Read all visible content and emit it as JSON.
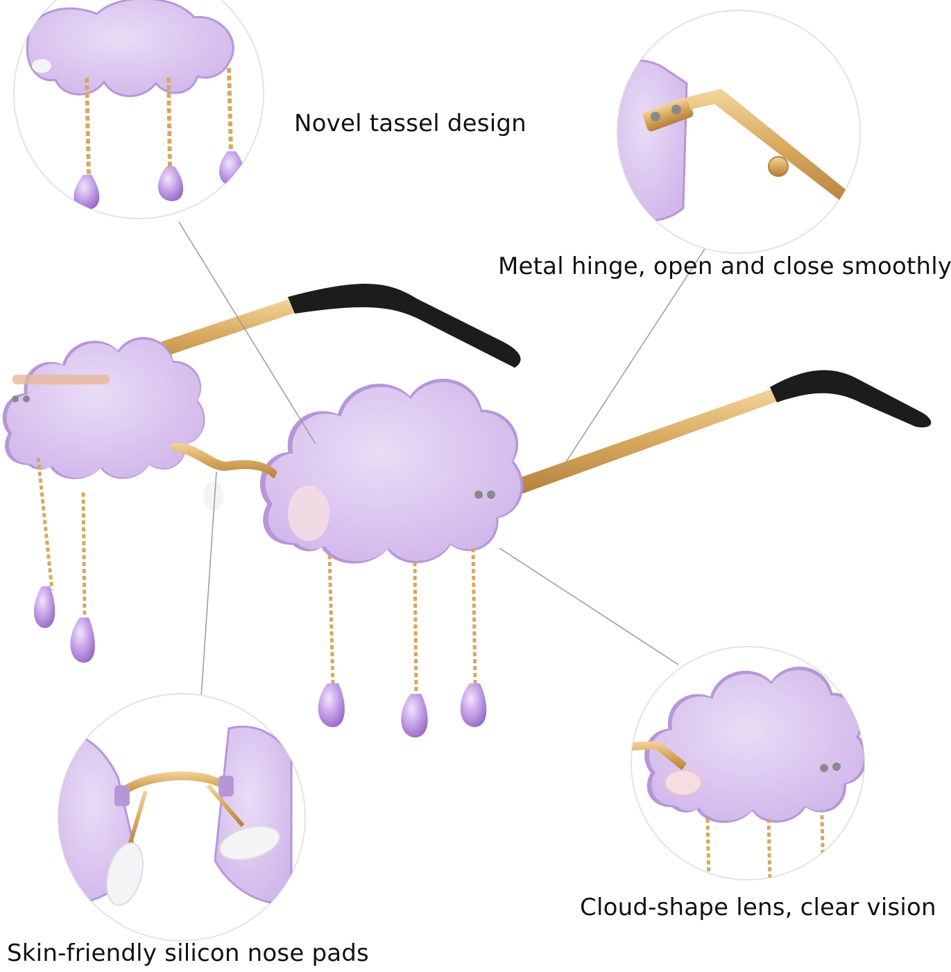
{
  "callouts": {
    "tassel": "Novel tassel design",
    "hinge": "Metal hinge, open and close smoothly",
    "nose_pads": "Skin-friendly silicon nose pads",
    "lens": "Cloud-shape lens, clear vision"
  },
  "colors": {
    "lens": "#dcc6ef",
    "lens_edge": "#b796d8",
    "gold": "#d7a85e",
    "temple_tip": "#1c1c1c",
    "pad": "#f4f4f6",
    "pointer": "#9a9a9a"
  }
}
